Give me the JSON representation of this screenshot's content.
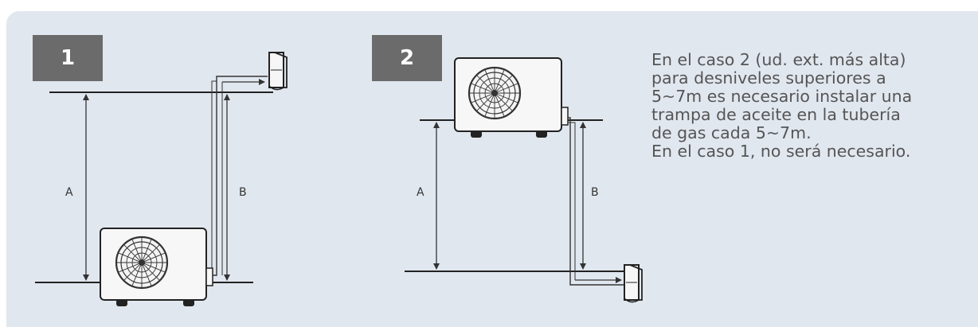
{
  "cases": [
    {
      "badge": "1",
      "label_a": "A",
      "label_b": "B"
    },
    {
      "badge": "2",
      "label_a": "A",
      "label_b": "B"
    }
  ],
  "description": {
    "lines": [
      "En el caso 2 (ud. ext. más alta)",
      "para desniveles superiores a",
      "5~7m es necesario instalar una",
      "trampa de aceite en la tubería",
      "de gas cada 5~7m.",
      "En el caso 1, no será necesario."
    ]
  },
  "colors": {
    "panel_background": "#e1e7ef",
    "badge_background": "#6b6b6b",
    "badge_text": "#ffffff",
    "text": "#555555"
  },
  "icons": [
    "outdoor-unit-icon",
    "indoor-unit-icon",
    "fan-icon"
  ]
}
